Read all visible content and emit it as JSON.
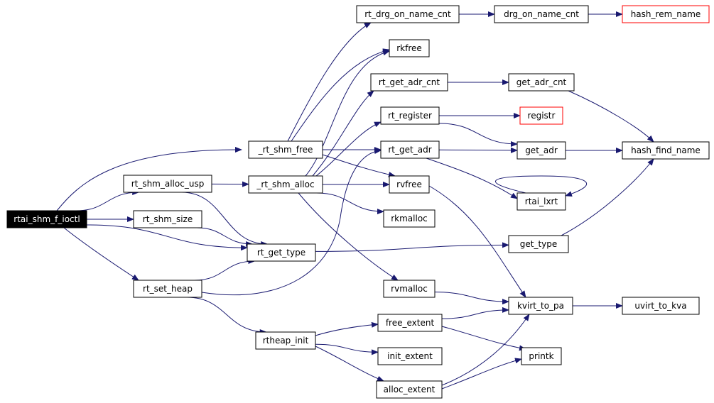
{
  "colors": {
    "edge": "#191970",
    "node_border": "#000000",
    "external_node_border": "#ff0000",
    "root_fill": "#000000",
    "root_text": "#ffffff"
  },
  "nodes": {
    "rtai_shm_f_ioctl": "rtai_shm_f_ioctl",
    "rt_shm_alloc_usp": "rt_shm_alloc_usp",
    "rt_shm_size": "rt_shm_size",
    "rt_get_type": "rt_get_type",
    "rt_set_heap": "rt_set_heap",
    "rtheap_init": "rtheap_init",
    "_rt_shm_free": "_rt_shm_free",
    "_rt_shm_alloc": "_rt_shm_alloc",
    "rt_drg_on_name_cnt": "rt_drg_on_name_cnt",
    "rkfree": "rkfree",
    "rt_get_adr_cnt": "rt_get_adr_cnt",
    "rt_register": "rt_register",
    "rt_get_adr": "rt_get_adr",
    "rvfree": "rvfree",
    "rkmalloc": "rkmalloc",
    "rvmalloc": "rvmalloc",
    "free_extent": "free_extent",
    "init_extent": "init_extent",
    "alloc_extent": "alloc_extent",
    "drg_on_name_cnt": "drg_on_name_cnt",
    "get_adr_cnt": "get_adr_cnt",
    "registr": "registr",
    "get_adr": "get_adr",
    "rtai_lxrt": "rtai_lxrt",
    "get_type": "get_type",
    "kvirt_to_pa": "kvirt_to_pa",
    "printk": "printk",
    "hash_rem_name": "hash_rem_name",
    "hash_find_name": "hash_find_name",
    "uvirt_to_kva": "uvirt_to_kva"
  },
  "external_nodes": [
    "registr",
    "hash_rem_name"
  ],
  "edges": [
    [
      "rtai_shm_f_ioctl",
      "_rt_shm_free"
    ],
    [
      "rtai_shm_f_ioctl",
      "rt_shm_alloc_usp"
    ],
    [
      "rtai_shm_f_ioctl",
      "rt_shm_size"
    ],
    [
      "rtai_shm_f_ioctl",
      "rt_get_type"
    ],
    [
      "rtai_shm_f_ioctl",
      "rt_set_heap"
    ],
    [
      "rt_shm_alloc_usp",
      "_rt_shm_alloc"
    ],
    [
      "rt_shm_alloc_usp",
      "rt_get_type"
    ],
    [
      "rt_shm_size",
      "rt_get_type"
    ],
    [
      "rt_set_heap",
      "rt_get_type"
    ],
    [
      "rt_set_heap",
      "rt_get_adr"
    ],
    [
      "rt_set_heap",
      "rtheap_init"
    ],
    [
      "rt_get_type",
      "get_type"
    ],
    [
      "_rt_shm_free",
      "rt_drg_on_name_cnt"
    ],
    [
      "_rt_shm_free",
      "rkfree"
    ],
    [
      "_rt_shm_free",
      "rt_get_adr"
    ],
    [
      "_rt_shm_free",
      "rvfree"
    ],
    [
      "_rt_shm_alloc",
      "rkfree"
    ],
    [
      "_rt_shm_alloc",
      "rt_get_adr_cnt"
    ],
    [
      "_rt_shm_alloc",
      "rt_register"
    ],
    [
      "_rt_shm_alloc",
      "rvfree"
    ],
    [
      "_rt_shm_alloc",
      "rkmalloc"
    ],
    [
      "_rt_shm_alloc",
      "rvmalloc"
    ],
    [
      "rtheap_init",
      "free_extent"
    ],
    [
      "rtheap_init",
      "init_extent"
    ],
    [
      "rtheap_init",
      "alloc_extent"
    ],
    [
      "rt_drg_on_name_cnt",
      "drg_on_name_cnt"
    ],
    [
      "drg_on_name_cnt",
      "hash_rem_name"
    ],
    [
      "rt_get_adr_cnt",
      "get_adr_cnt"
    ],
    [
      "get_adr_cnt",
      "hash_find_name"
    ],
    [
      "rt_register",
      "registr"
    ],
    [
      "rt_register",
      "get_adr"
    ],
    [
      "rt_get_adr",
      "get_adr"
    ],
    [
      "rt_get_adr",
      "rtai_lxrt"
    ],
    [
      "rtai_lxrt",
      "rtai_lxrt"
    ],
    [
      "get_adr",
      "hash_find_name"
    ],
    [
      "get_type",
      "hash_find_name"
    ],
    [
      "rvfree",
      "kvirt_to_pa"
    ],
    [
      "rvmalloc",
      "kvirt_to_pa"
    ],
    [
      "free_extent",
      "kvirt_to_pa"
    ],
    [
      "free_extent",
      "printk"
    ],
    [
      "alloc_extent",
      "kvirt_to_pa"
    ],
    [
      "alloc_extent",
      "printk"
    ],
    [
      "kvirt_to_pa",
      "uvirt_to_kva"
    ]
  ]
}
